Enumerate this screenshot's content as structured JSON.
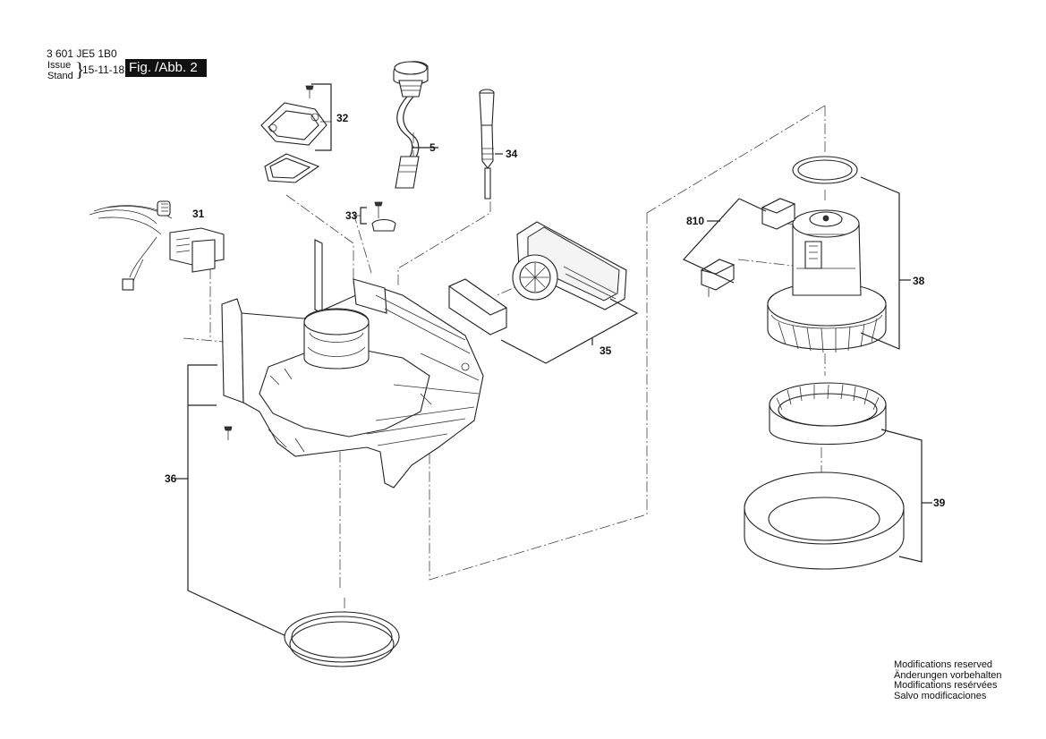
{
  "header": {
    "part_number": "3 601 JE5 1B0",
    "issue_label": "Issue",
    "stand_label": "Stand",
    "brace": "}",
    "issue_date": "15-11-18",
    "figure_label": "Fig. /Abb. 2"
  },
  "callouts": {
    "c31": "31",
    "c32": "32",
    "c5": "5",
    "c33": "33",
    "c34": "34",
    "c35": "35",
    "c36": "36",
    "c38": "38",
    "c810": "810",
    "c39": "39"
  },
  "notes": [
    "Modifications reserved",
    "Änderungen vorbehalten",
    "Modifications resérvées",
    "Salvo modificaciones"
  ],
  "colors": {
    "ink": "#222222",
    "figure_box_background": "#111111",
    "figure_box_text": "#ffffff"
  }
}
